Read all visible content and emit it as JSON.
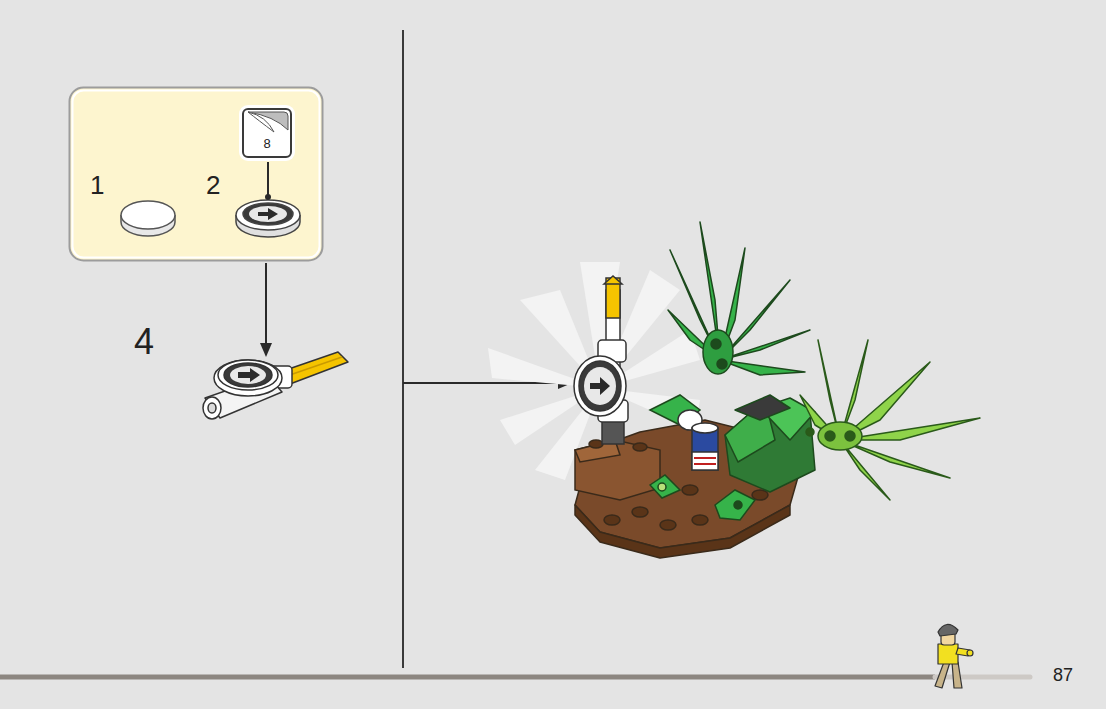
{
  "diagram": {
    "nodes": [
      {
        "text": [
          "1",
          "2"
        ]
      },
      {
        "text": [
          "8"
        ],
        "in": 0
      }
    ],
    "labels": [
      "4",
      "87"
    ]
  }
}
